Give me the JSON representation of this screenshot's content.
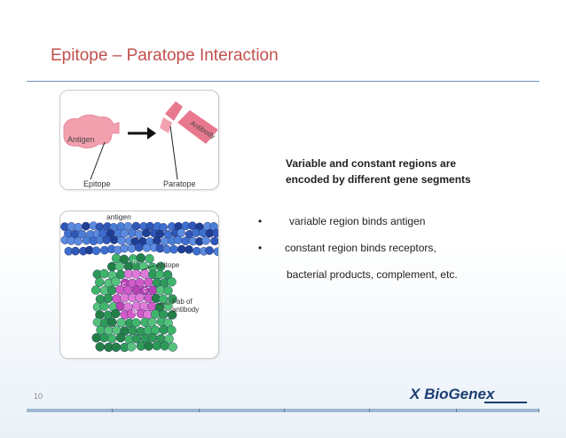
{
  "slide": {
    "title": "Epitope – Paratope Interaction",
    "page_number": "10"
  },
  "figure1": {
    "antigen_label": "Antigen",
    "antibody_label": "Antibody",
    "epitope_label": "Epitope",
    "paratope_label": "Paratope"
  },
  "figure2": {
    "antigen_label": "antigen",
    "epitope_label": "epitope",
    "fab_label_line1": "Fab of",
    "fab_label_line2": "antibody",
    "molecule_n": "N",
    "molecule_c": "C"
  },
  "text": {
    "heading_line1": "Variable and constant regions are",
    "heading_line2": "encoded by  different gene segments",
    "bullet1": "variable region binds antigen",
    "bullet2": "constant region binds  receptors,",
    "bullet2_cont": "bacterial products, complement, etc.",
    "bullet_symbol": "•"
  },
  "logo": {
    "symbol": "X",
    "name": "BioGenex"
  },
  "colors": {
    "title": "#c0504d",
    "rule": "#6f93b6",
    "logo": "#1c3e72",
    "antigen_pink": "#f2a0ae",
    "antibody_pink": "#e8788e"
  }
}
